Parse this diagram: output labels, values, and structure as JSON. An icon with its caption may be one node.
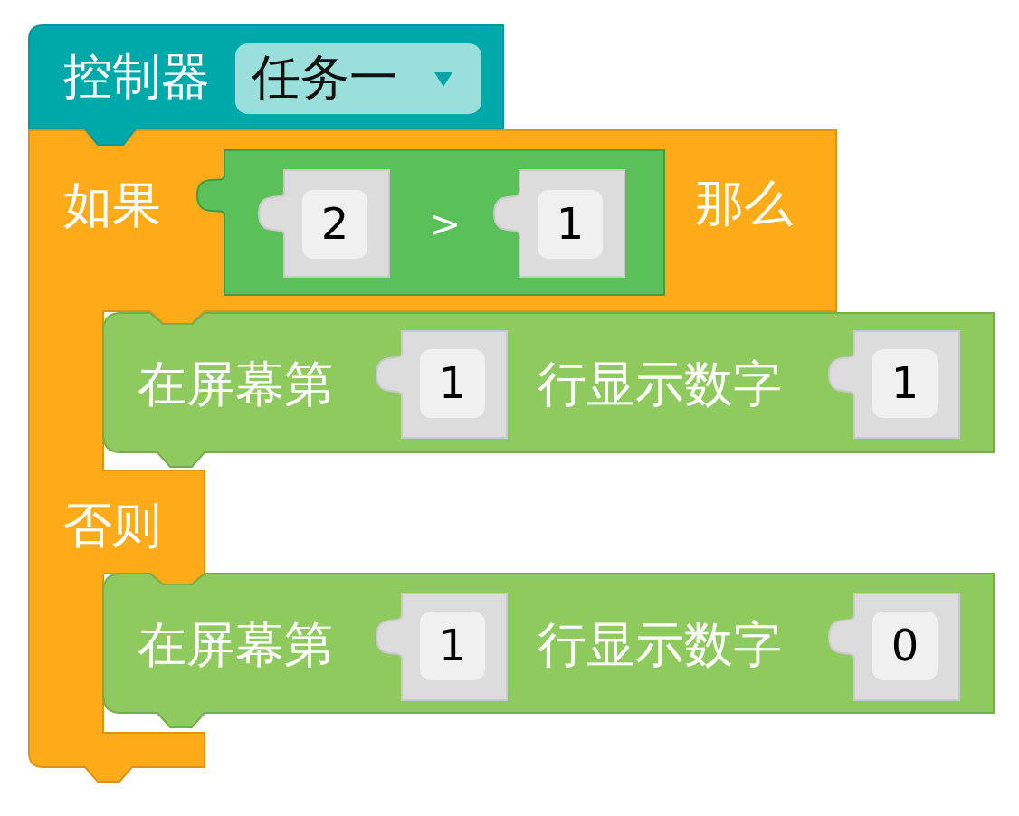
{
  "diagram": {
    "nodes": [
      {
        "text": [
          "控制器"
        ]
      },
      {
        "text": [
          "任务一"
        ],
        "in": 0
      },
      {
        "text": [
          "如果",
          "那么",
          "否则"
        ]
      },
      {
        "text": [
          ">"
        ],
        "in": 2
      },
      {
        "text": [
          "2"
        ],
        "in": 3
      },
      {
        "text": [
          "1"
        ],
        "in": 3
      },
      {
        "text": [
          "在屏幕第",
          "行显示数字"
        ]
      },
      {
        "text": [
          "1"
        ],
        "in": 6
      },
      {
        "text": [
          "1"
        ],
        "in": 6
      },
      {
        "text": [
          "在屏幕第",
          "行显示数字"
        ]
      },
      {
        "text": [
          "1"
        ],
        "in": 9
      },
      {
        "text": [
          "0"
        ],
        "in": 9
      }
    ]
  }
}
